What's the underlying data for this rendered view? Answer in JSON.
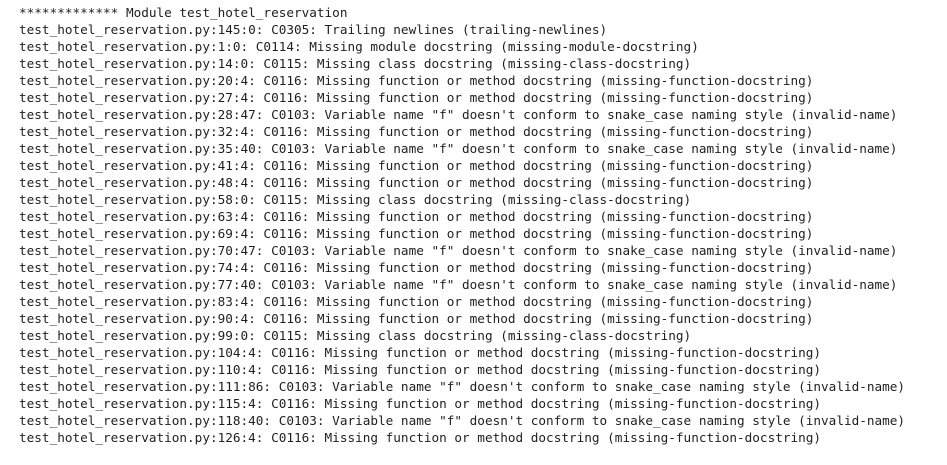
{
  "output": {
    "lines": [
      "************* Module test_hotel_reservation",
      "test_hotel_reservation.py:145:0: C0305: Trailing newlines (trailing-newlines)",
      "test_hotel_reservation.py:1:0: C0114: Missing module docstring (missing-module-docstring)",
      "test_hotel_reservation.py:14:0: C0115: Missing class docstring (missing-class-docstring)",
      "test_hotel_reservation.py:20:4: C0116: Missing function or method docstring (missing-function-docstring)",
      "test_hotel_reservation.py:27:4: C0116: Missing function or method docstring (missing-function-docstring)",
      "test_hotel_reservation.py:28:47: C0103: Variable name \"f\" doesn't conform to snake_case naming style (invalid-name)",
      "test_hotel_reservation.py:32:4: C0116: Missing function or method docstring (missing-function-docstring)",
      "test_hotel_reservation.py:35:40: C0103: Variable name \"f\" doesn't conform to snake_case naming style (invalid-name)",
      "test_hotel_reservation.py:41:4: C0116: Missing function or method docstring (missing-function-docstring)",
      "test_hotel_reservation.py:48:4: C0116: Missing function or method docstring (missing-function-docstring)",
      "test_hotel_reservation.py:58:0: C0115: Missing class docstring (missing-class-docstring)",
      "test_hotel_reservation.py:63:4: C0116: Missing function or method docstring (missing-function-docstring)",
      "test_hotel_reservation.py:69:4: C0116: Missing function or method docstring (missing-function-docstring)",
      "test_hotel_reservation.py:70:47: C0103: Variable name \"f\" doesn't conform to snake_case naming style (invalid-name)",
      "test_hotel_reservation.py:74:4: C0116: Missing function or method docstring (missing-function-docstring)",
      "test_hotel_reservation.py:77:40: C0103: Variable name \"f\" doesn't conform to snake_case naming style (invalid-name)",
      "test_hotel_reservation.py:83:4: C0116: Missing function or method docstring (missing-function-docstring)",
      "test_hotel_reservation.py:90:4: C0116: Missing function or method docstring (missing-function-docstring)",
      "test_hotel_reservation.py:99:0: C0115: Missing class docstring (missing-class-docstring)",
      "test_hotel_reservation.py:104:4: C0116: Missing function or method docstring (missing-function-docstring)",
      "test_hotel_reservation.py:110:4: C0116: Missing function or method docstring (missing-function-docstring)",
      "test_hotel_reservation.py:111:86: C0103: Variable name \"f\" doesn't conform to snake_case naming style (invalid-name)",
      "test_hotel_reservation.py:115:4: C0116: Missing function or method docstring (missing-function-docstring)",
      "test_hotel_reservation.py:118:40: C0103: Variable name \"f\" doesn't conform to snake_case naming style (invalid-name)",
      "test_hotel_reservation.py:126:4: C0116: Missing function or method docstring (missing-function-docstring)"
    ]
  }
}
